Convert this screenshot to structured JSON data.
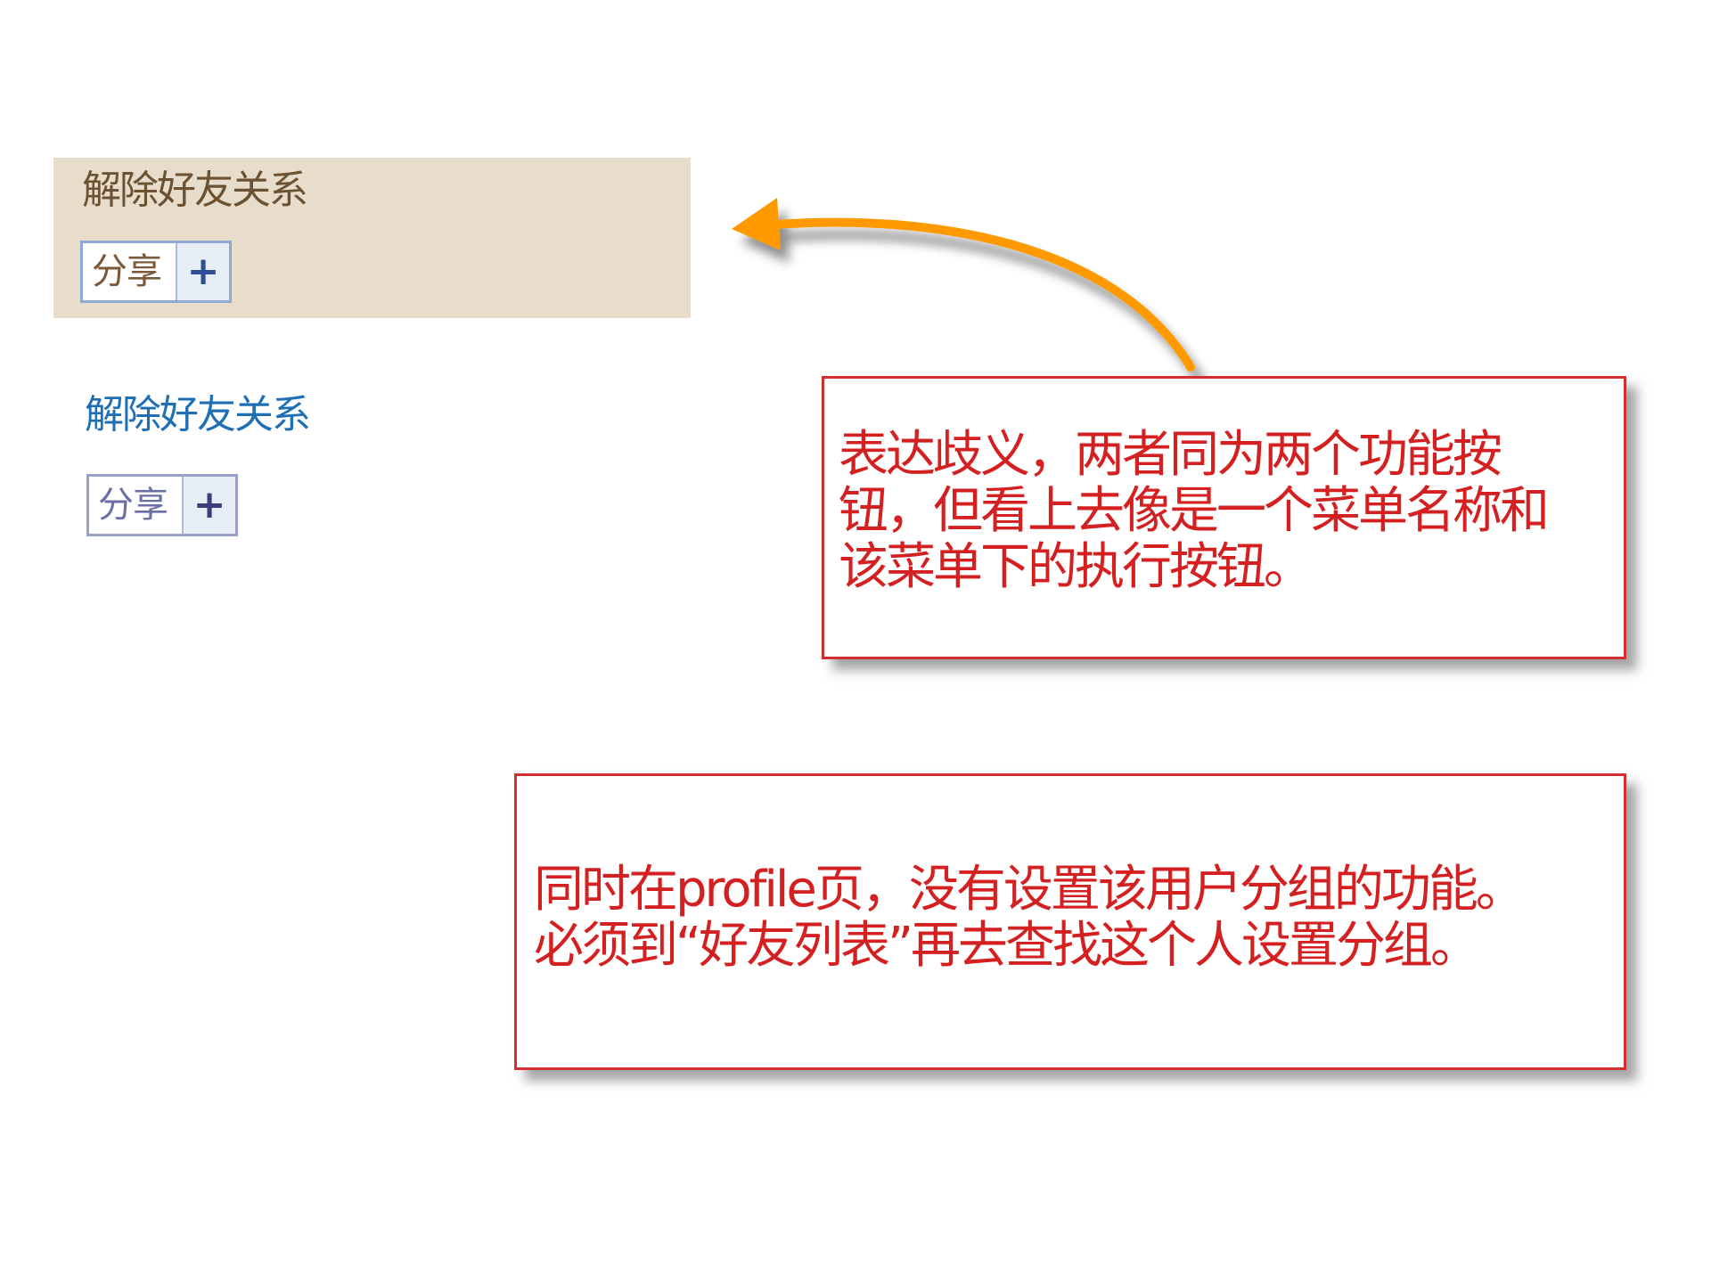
{
  "variant_a": {
    "heading": "解除好友关系",
    "share_button": {
      "label": "分享",
      "plus_icon": "+"
    }
  },
  "variant_b": {
    "heading": "解除好友关系",
    "share_button": {
      "label": "分享",
      "plus_icon": "+"
    }
  },
  "arrow": {
    "icon": "curved-arrow-left",
    "color": "#ff9900"
  },
  "annotations": [
    {
      "lines": [
        "表达歧义，两者同为两个功能按",
        "钮，但看上去像是一个菜单名称和",
        "该菜单下的执行按钮。"
      ]
    },
    {
      "lines": [
        "同时在profile页，没有设置该用户分组的功能。",
        "必须到“好友列表”再去查找这个人设置分组。"
      ]
    }
  ],
  "colors": {
    "panel_bg": "#e8dccb",
    "heading_a": "#6b5233",
    "heading_b": "#1f6fb5",
    "annotation_red": "#d42020",
    "arrow_orange": "#ff9900"
  }
}
